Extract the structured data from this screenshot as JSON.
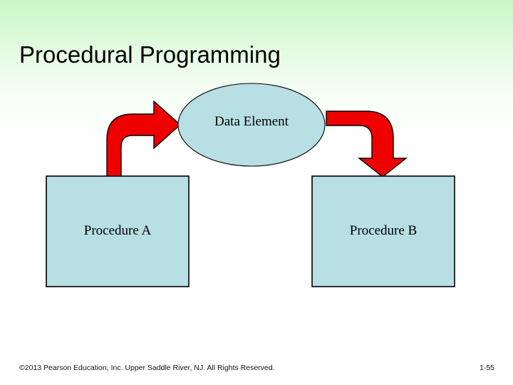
{
  "slide": {
    "title": "Procedural Programming",
    "background_top_color": "#c9f7c9",
    "background_bottom_color": "#ffffff"
  },
  "diagram": {
    "type": "flow",
    "shape_fill_color": "#b8dfe3",
    "shape_stroke_color": "#000000",
    "arrow_color": "#ee0000",
    "arrow_stroke_color": "#000000",
    "nodes": [
      {
        "id": "data-element",
        "shape": "ellipse",
        "label": "Data Element"
      },
      {
        "id": "procedure-a",
        "shape": "rectangle",
        "label": "Procedure A"
      },
      {
        "id": "procedure-b",
        "shape": "rectangle",
        "label": "Procedure B"
      }
    ],
    "edges": [
      {
        "id": "arrow-a-to-data",
        "from": "procedure-a",
        "to": "data-element",
        "style": "bent-arrow-up-right"
      },
      {
        "id": "arrow-data-to-b",
        "from": "data-element",
        "to": "procedure-b",
        "style": "bent-arrow-right-down"
      }
    ]
  },
  "footer": {
    "copyright": "©2013 Pearson Education, Inc. Upper Saddle River, NJ. All Rights Reserved.",
    "page_number": "1-55"
  }
}
